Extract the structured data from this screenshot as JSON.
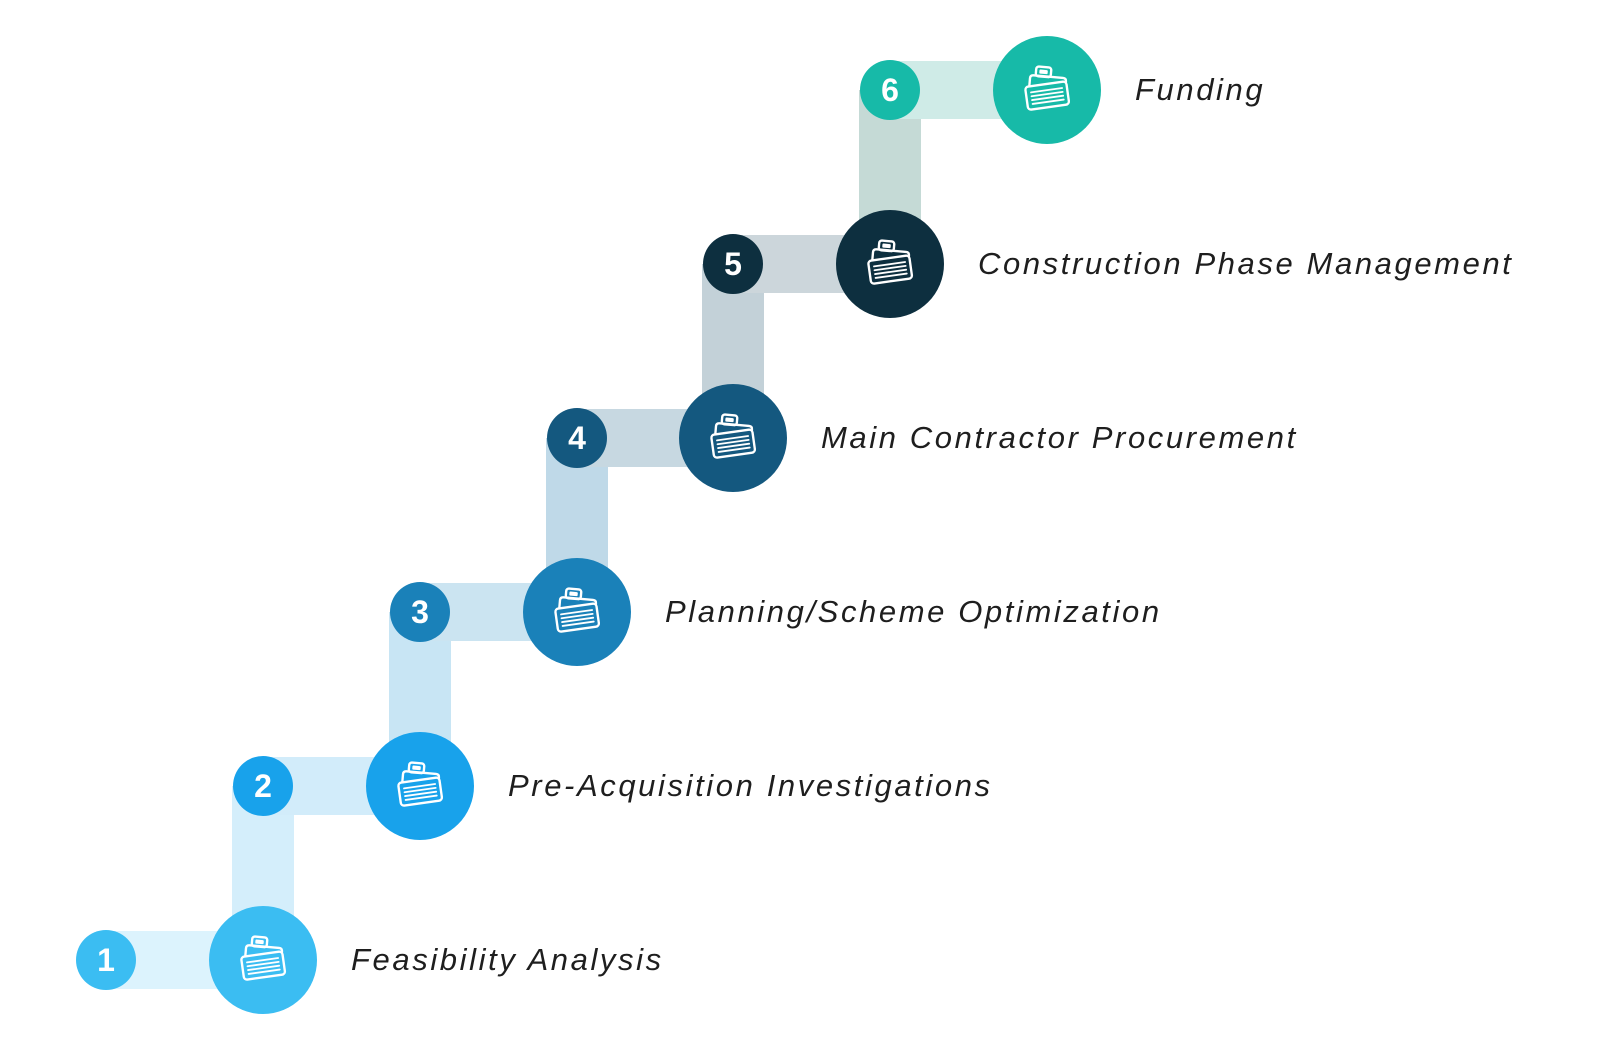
{
  "diagram": {
    "type": "staircase-process",
    "background_color": "#FFFFFF",
    "label_color": "#1E1E1E",
    "icon": "open-folder-documents-icon",
    "steps": [
      {
        "number": "1",
        "label": "Feasibility Analysis",
        "circle_color": "#3BBDF2",
        "bar_color": "#DCF3FD",
        "connector_color": "#D4EEFB"
      },
      {
        "number": "2",
        "label": "Pre-Acquisition Investigations",
        "circle_color": "#18A2EB",
        "bar_color": "#D2ECFA",
        "connector_color": "#C8E5F4"
      },
      {
        "number": "3",
        "label": "Planning/Scheme Optimization",
        "circle_color": "#1A81B9",
        "bar_color": "#CBE4F1",
        "connector_color": "#BFD9E8"
      },
      {
        "number": "4",
        "label": "Main Contractor Procurement",
        "circle_color": "#14587F",
        "bar_color": "#C7D8E1",
        "connector_color": "#C3D1D8"
      },
      {
        "number": "5",
        "label": "Construction Phase Management",
        "circle_color": "#0D2F3F",
        "bar_color": "#CCD6DB",
        "connector_color": "#C5DAD6"
      },
      {
        "number": "6",
        "label": "Funding",
        "circle_color": "#17BAA8",
        "bar_color": "#CFEBE7",
        "connector_color": ""
      }
    ]
  }
}
